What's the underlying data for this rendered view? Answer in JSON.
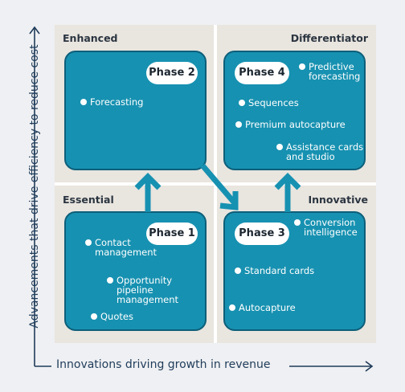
{
  "quadrants": {
    "top_left": "Enhanced",
    "top_right": "Differentiator",
    "bottom_left": "Essential",
    "bottom_right": "Innovative"
  },
  "phases": {
    "phase1": {
      "label": "Phase 1",
      "items": [
        "Contact\nmanagement",
        "Opportunity\npipeline\nmanagement",
        "Quotes"
      ]
    },
    "phase2": {
      "label": "Phase 2",
      "items": [
        "Forecasting"
      ]
    },
    "phase3": {
      "label": "Phase 3",
      "items": [
        "Conversion\nintelligence",
        "Standard cards",
        "Autocapture"
      ]
    },
    "phase4": {
      "label": "Phase 4",
      "items": [
        "Predictive\nforecasting",
        "Sequences",
        "Premium autocapture",
        "Assistance cards\nand studio"
      ]
    }
  },
  "axes": {
    "y_label": "Advancements that drive efficiency to reduce cost",
    "x_label": "Innovations driving growth in revenue"
  },
  "colors": {
    "card": "#1791b1",
    "card_border": "#0d5f7a",
    "arrow": "#1791b1",
    "axis": "#1f3c5a",
    "quadrant": "#e9e5df"
  }
}
